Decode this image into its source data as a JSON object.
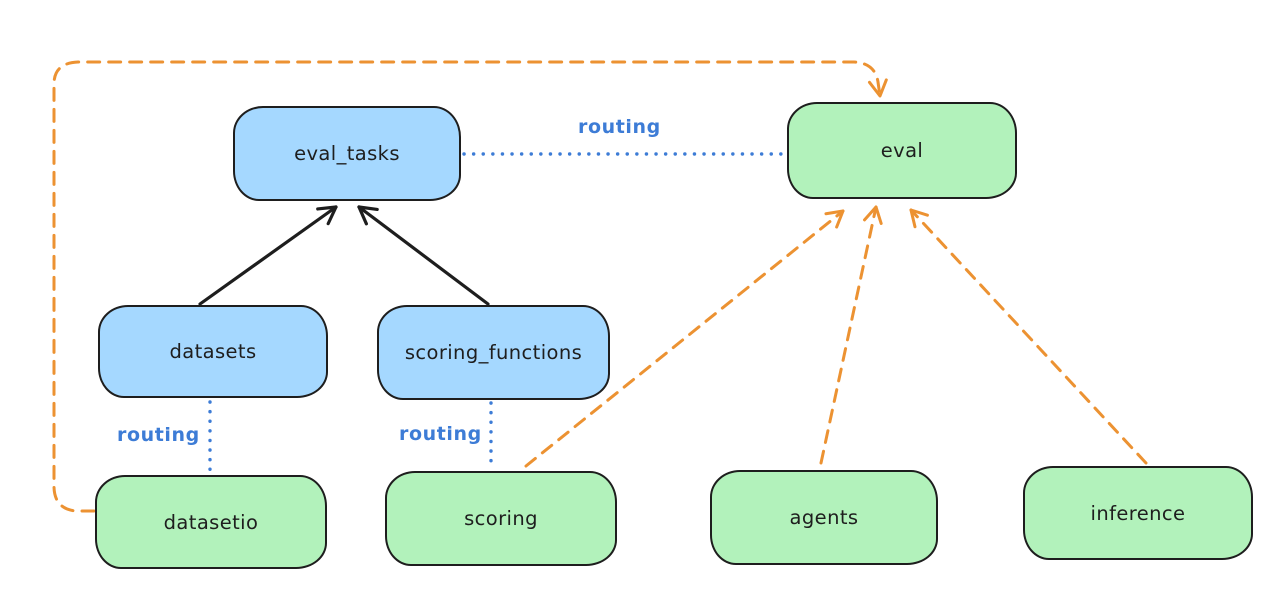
{
  "diagram": {
    "type": "architecture-diagram",
    "background": "#ffffff",
    "colors": {
      "registry_node_fill": "#a5d8ff",
      "provider_node_fill": "#b2f2bb",
      "node_border": "#1e1e1e",
      "node_text": "#1e1e1e",
      "routing_blue": "#3d7cd6",
      "dependency_orange": "#ec9232",
      "solid_arrow_black": "#1e1e1e"
    }
  },
  "nodes": [
    {
      "id": "eval_tasks",
      "label": "eval_tasks",
      "kind": "registry",
      "fill": "#a5d8ff"
    },
    {
      "id": "eval",
      "label": "eval",
      "kind": "provider",
      "fill": "#b2f2bb"
    },
    {
      "id": "datasets",
      "label": "datasets",
      "kind": "registry",
      "fill": "#a5d8ff"
    },
    {
      "id": "scoring_functions",
      "label": "scoring_functions",
      "kind": "registry",
      "fill": "#a5d8ff"
    },
    {
      "id": "datasetio",
      "label": "datasetio",
      "kind": "provider",
      "fill": "#b2f2bb"
    },
    {
      "id": "scoring",
      "label": "scoring",
      "kind": "provider",
      "fill": "#b2f2bb"
    },
    {
      "id": "agents",
      "label": "agents",
      "kind": "provider",
      "fill": "#b2f2bb"
    },
    {
      "id": "inference",
      "label": "inference",
      "kind": "provider",
      "fill": "#b2f2bb"
    }
  ],
  "edge_labels": [
    {
      "text": "routing"
    },
    {
      "text": "routing"
    },
    {
      "text": "routing"
    }
  ],
  "edges": [
    {
      "from": "datasets",
      "to": "eval_tasks",
      "style": "solid-arrow",
      "color": "#1e1e1e"
    },
    {
      "from": "scoring_functions",
      "to": "eval_tasks",
      "style": "solid-arrow",
      "color": "#1e1e1e"
    },
    {
      "from": "eval_tasks",
      "to": "eval",
      "style": "dotted",
      "label": "routing",
      "color": "#3d7cd6"
    },
    {
      "from": "datasets",
      "to": "datasetio",
      "style": "dotted",
      "label": "routing",
      "color": "#3d7cd6"
    },
    {
      "from": "scoring_functions",
      "to": "scoring",
      "style": "dotted",
      "label": "routing",
      "color": "#3d7cd6"
    },
    {
      "from": "datasetio",
      "to": "eval",
      "style": "dashed-arrow",
      "route": "around-left-and-top",
      "color": "#ec9232"
    },
    {
      "from": "scoring",
      "to": "eval",
      "style": "dashed-arrow",
      "color": "#ec9232"
    },
    {
      "from": "agents",
      "to": "eval",
      "style": "dashed-arrow",
      "color": "#ec9232"
    },
    {
      "from": "inference",
      "to": "eval",
      "style": "dashed-arrow",
      "color": "#ec9232"
    }
  ]
}
